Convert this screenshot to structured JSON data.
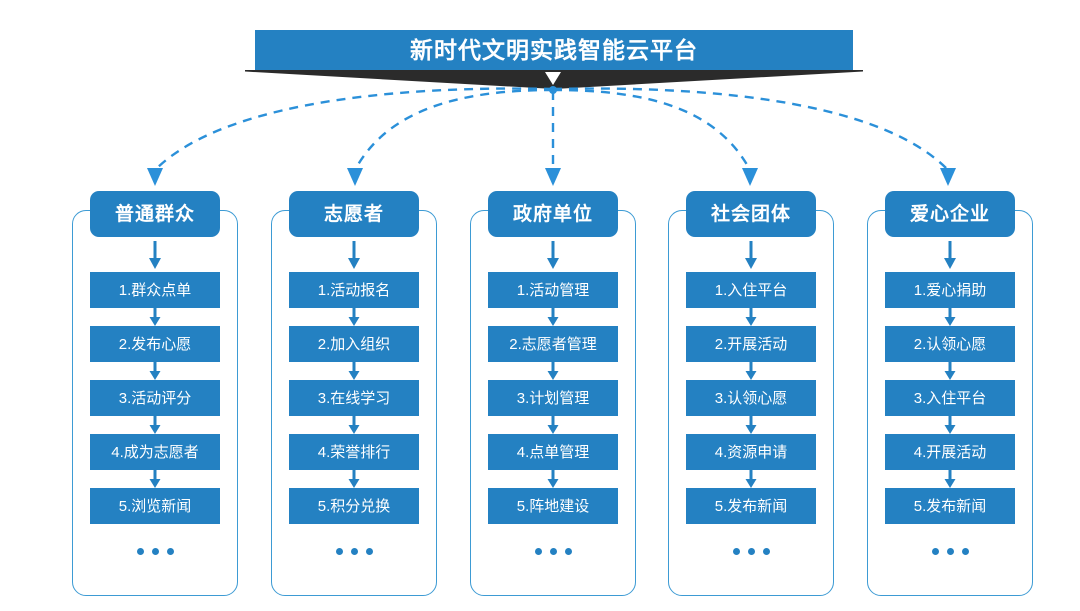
{
  "banner": {
    "title": "新时代文明实践智能云平台"
  },
  "colors": {
    "blue": "#2481c2",
    "outline": "#3d9bd4",
    "ribbon_dark": "#2b2b2b",
    "text_on_blue": "#ffffff"
  },
  "columns": [
    {
      "header": "普通群众",
      "items": [
        "1.群众点单",
        "2.发布心愿",
        "3.活动评分",
        "4.成为志愿者",
        "5.浏览新闻"
      ],
      "more": "..."
    },
    {
      "header": "志愿者",
      "items": [
        "1.活动报名",
        "2.加入组织",
        "3.在线学习",
        "4.荣誉排行",
        "5.积分兑换"
      ],
      "more": "..."
    },
    {
      "header": "政府单位",
      "items": [
        "1.活动管理",
        "2.志愿者管理",
        "3.计划管理",
        "4.点单管理",
        "5.阵地建设"
      ],
      "more": "..."
    },
    {
      "header": "社会团体",
      "items": [
        "1.入住平台",
        "2.开展活动",
        "3.认领心愿",
        "4.资源申请",
        "5.发布新闻"
      ],
      "more": "..."
    },
    {
      "header": "爱心企业",
      "items": [
        "1.爱心捐助",
        "2.认领心愿",
        "3.入住平台",
        "4.开展活动",
        "5.发布新闻"
      ],
      "more": "..."
    }
  ]
}
